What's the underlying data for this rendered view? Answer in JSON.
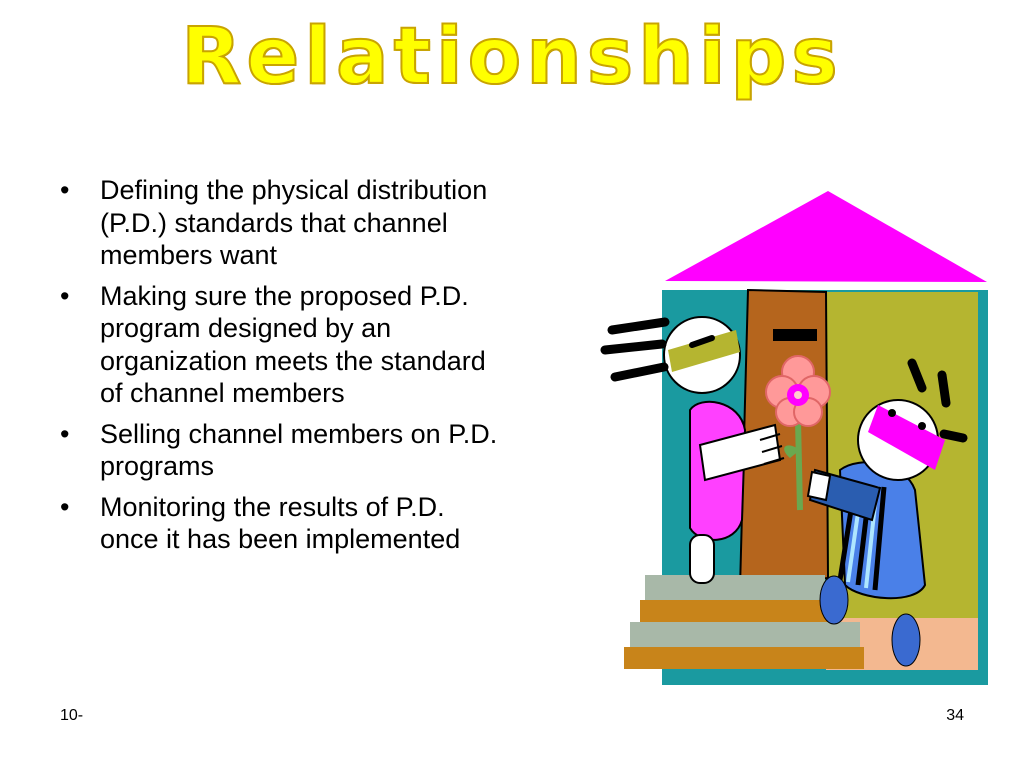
{
  "slide": {
    "title": "Relationships",
    "bullets": [
      "Defining the physical distribution (P.D.) standards that channel members want",
      "Making sure the proposed P.D. program designed by an organization meets the standard of channel members",
      "Selling channel members on P.D. programs",
      "Monitoring the results of P.D. once it has been implemented"
    ],
    "bullet_symbol": "•",
    "footer": {
      "left": "10-",
      "right": "34"
    }
  },
  "illustration": {
    "icon": "house-door-flower-clipart",
    "colors": {
      "roof": "#ff00ff",
      "frame": "#1a9aa0",
      "door": "#b5651d",
      "wall": "#b5b530",
      "step_grey": "#a8b8a8",
      "step_orange": "#c8841a",
      "floor": "#f3b890",
      "left_shirt": "#ff40ff",
      "right_shirt": "#4a80e8",
      "flower": "#ff8080"
    }
  }
}
